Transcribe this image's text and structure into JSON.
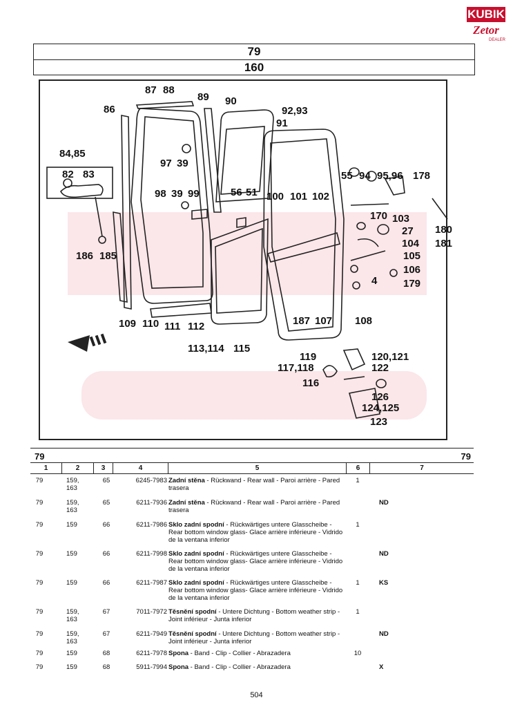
{
  "logo": {
    "brand": "KUBIK",
    "sub": "Zetor",
    "tag": "DEALER"
  },
  "header": {
    "group": "79",
    "subgroup": "160"
  },
  "diagram": {
    "labels": [
      "87",
      "88",
      "86",
      "89",
      "90",
      "92,93",
      "91",
      "84,85",
      "82",
      "83",
      "97",
      "39",
      "98",
      "39",
      "99",
      "56",
      "51",
      "100",
      "101",
      "102",
      "55",
      "94",
      "95,96",
      "178",
      "170",
      "103",
      "180",
      "181",
      "27",
      "104",
      "186",
      "185",
      "105",
      "106",
      "4",
      "179",
      "109",
      "110",
      "111",
      "112",
      "113,114",
      "115",
      "187",
      "107",
      "108",
      "119",
      "120,121",
      "117,118",
      "122",
      "116",
      "126",
      "124,125",
      "123"
    ]
  },
  "table": {
    "section_left": "79",
    "section_right": "79",
    "columns": [
      "1",
      "2",
      "3",
      "4",
      "5",
      "6",
      "7"
    ],
    "rows": [
      {
        "c1": "79",
        "c2": "159,\n163",
        "c3": "65",
        "c4": "6245-7983",
        "name": "Zadní stěna",
        "desc": " - Rückwand - Rear wall - Paroi arrière - Pared trasera",
        "c6": "1",
        "c7": ""
      },
      {
        "c1": "79",
        "c2": "159,\n163",
        "c3": "65",
        "c4": "6211-7936",
        "name": "Zadní stěna",
        "desc": " - Rückwand - Rear wall - Paroi arrière - Pared trasera",
        "c6": "",
        "c7": "ND"
      },
      {
        "c1": "79",
        "c2": "159",
        "c3": "66",
        "c4": "6211-7986",
        "name": "Sklo zadní spodní",
        "desc": " - Rückwärtiges untere Glasscheibe - Rear bottom window glass- Glace arrière inférieure - Vidrido de la ventana inferior",
        "c6": "1",
        "c7": ""
      },
      {
        "c1": "79",
        "c2": "159",
        "c3": "66",
        "c4": "6211-7998",
        "name": "Sklo zadní spodní",
        "desc": " - Rückwärtiges untere Glasscheibe - Rear bottom window glass- Glace arrière inférieure - Vidrido de la ventana inferior",
        "c6": "",
        "c7": "ND"
      },
      {
        "c1": "79",
        "c2": "159",
        "c3": "66",
        "c4": "6211-7987",
        "name": "Sklo zadní spodní",
        "desc": " - Rückwärtiges untere Glasscheibe - Rear bottom window glass- Glace arrière inférieure - Vidrido de la ventana inferior",
        "c6": "1",
        "c7": "KS"
      },
      {
        "c1": "79",
        "c2": "159,\n163",
        "c3": "67",
        "c4": "7011-7972",
        "name": "Těsnění spodní",
        "desc": " - Untere Dichtung - Bottom weather strip - Joint inférieur - Junta inferior",
        "c6": "1",
        "c7": ""
      },
      {
        "c1": "79",
        "c2": "159,\n163",
        "c3": "67",
        "c4": "6211-7949",
        "name": "Těsnění spodní",
        "desc": " - Untere Dichtung - Bottom weather strip - Joint inférieur - Junta inferior",
        "c6": "",
        "c7": "ND"
      },
      {
        "c1": "79",
        "c2": "159",
        "c3": "68",
        "c4": "6211-7978",
        "name": "Spona",
        "desc": " - Band - Clip - Collier - Abrazadera",
        "c6": "10",
        "c7": ""
      },
      {
        "c1": "79",
        "c2": "159",
        "c3": "68",
        "c4": "5911-7994",
        "name": "Spona",
        "desc": " - Band - Clip - Collier - Abrazadera",
        "c6": "",
        "c7": "X"
      }
    ]
  },
  "page_number": "504"
}
